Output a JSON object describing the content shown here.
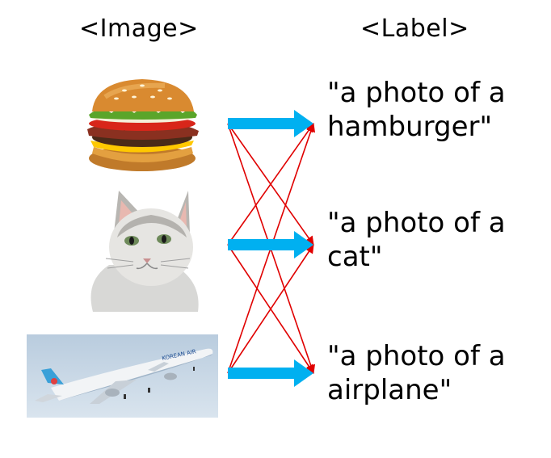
{
  "headers": {
    "image": "<Image>",
    "label": "<Label>"
  },
  "images": [
    {
      "name": "hamburger"
    },
    {
      "name": "cat"
    },
    {
      "name": "airplane",
      "livery_text": "KOREAN AIR"
    }
  ],
  "labels": [
    {
      "line1": "\"a photo of a",
      "line2": "hamburger\""
    },
    {
      "line1": "\"a photo of a",
      "line2": "cat\""
    },
    {
      "line1": "\"a photo of a",
      "line2": "airplane\""
    }
  ],
  "colors": {
    "correct_arrow": "#00b0f0",
    "cross_arrow": "#e00000"
  },
  "connections": {
    "correct": [
      [
        0,
        0
      ],
      [
        1,
        1
      ],
      [
        2,
        2
      ]
    ],
    "cross": [
      [
        0,
        1
      ],
      [
        0,
        2
      ],
      [
        1,
        0
      ],
      [
        1,
        2
      ],
      [
        2,
        0
      ],
      [
        2,
        1
      ]
    ]
  }
}
